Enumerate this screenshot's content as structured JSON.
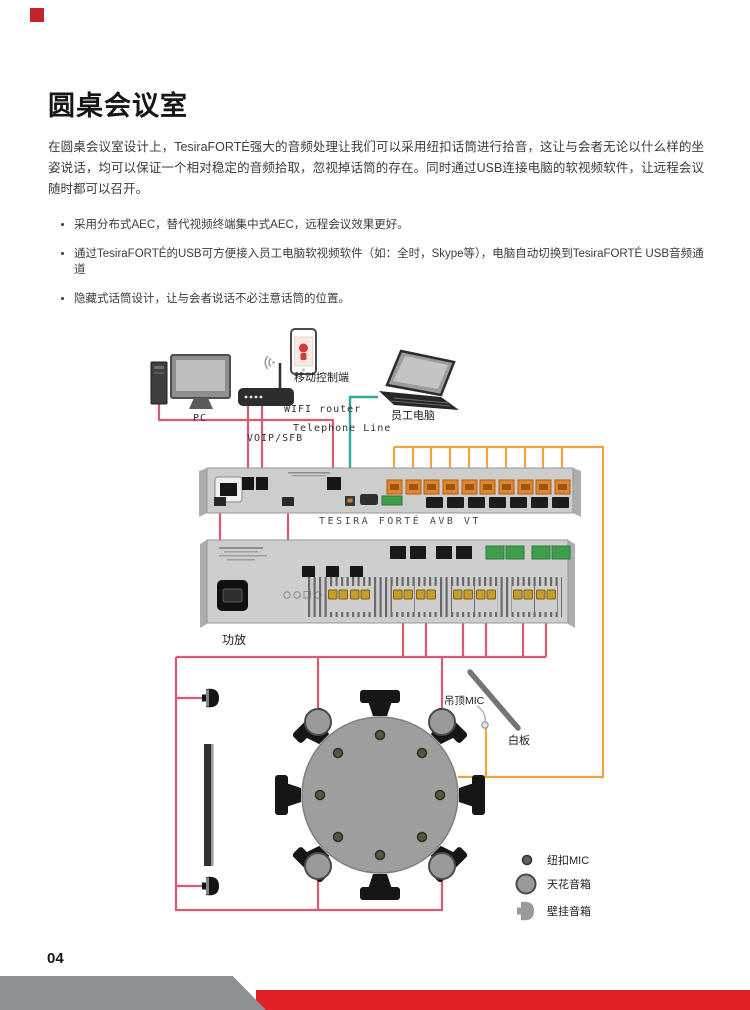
{
  "page": {
    "brand_square_color": "#c2242b",
    "title": "圆桌会议室",
    "intro": "在圆桌会议室设计上，TesiraFORTÉ强大的音频处理让我们可以采用纽扣话筒进行拾音，这让与会者无论以什么样的坐姿说话，均可以保证一个相对稳定的音频拾取，忽视掉话筒的存在。同时通过USB连接电脑的软视频软件，让远程会议随时都可以召开。",
    "bullets": [
      "采用分布式AEC，替代视频终端集中式AEC，远程会议效果更好。",
      "通过TesiraFORTÉ的USB可方便接入员工电脑软视频软件（如：全时，Skype等），电脑自动切换到TesiraFORTÉ USB音频通道",
      "隐藏式话筒设计，让与会者说话不必注意话筒的位置。"
    ],
    "page_number": "04"
  },
  "diagram": {
    "labels": {
      "pc": "PC",
      "mobile_controller": "移动控制端",
      "wifi_router": "WIFI router",
      "voip": "VOIP/SFB",
      "telephone_line": "Telephone Line",
      "staff_laptop": "员工电脑",
      "dsp_unit": "TESIRA FORTÉ AVB VT",
      "amplifier": "功放",
      "ceiling_mic": "吊顶MIC",
      "whiteboard": "白板"
    },
    "legend": [
      {
        "icon": "button-mic",
        "label": "纽扣MIC"
      },
      {
        "icon": "ceiling-speaker",
        "label": "天花音箱"
      },
      {
        "icon": "wall-speaker",
        "label": "壁挂音箱"
      }
    ],
    "wire_colors": {
      "speaker_line_pink": "#d85a74",
      "mic_line_orange": "#f0a43c",
      "usb_line_teal": "#33a6a0"
    }
  }
}
